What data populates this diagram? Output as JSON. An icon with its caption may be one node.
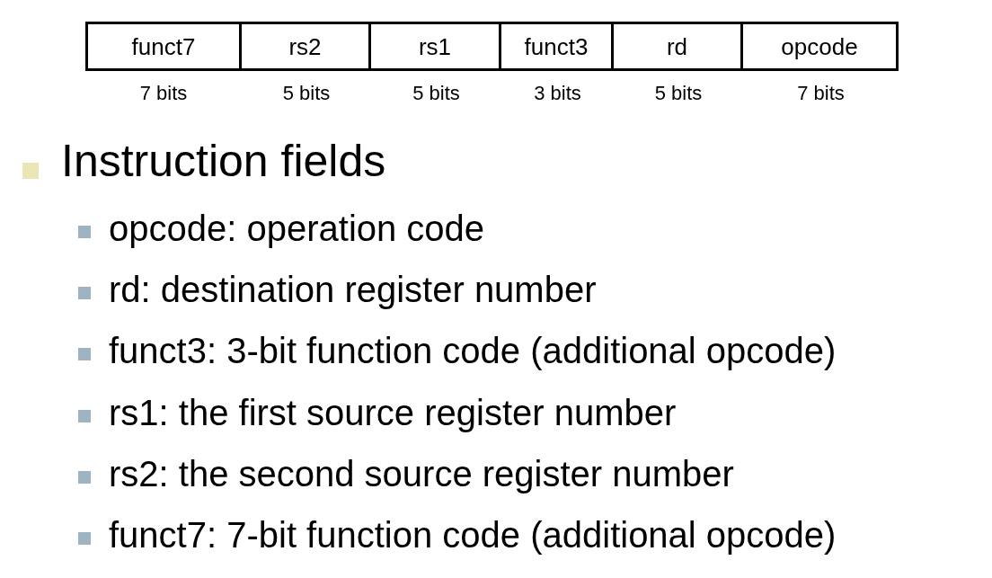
{
  "diagram": {
    "nodes": [
      {
        "text": [
          "funct7"
        ],
        "beside": [
          "7 bits"
        ]
      },
      {
        "text": [
          "rs2"
        ],
        "beside": [
          "5 bits"
        ]
      },
      {
        "text": [
          "rs1"
        ],
        "beside": [
          "5 bits"
        ]
      },
      {
        "text": [
          "funct3"
        ],
        "beside": [
          "3 bits"
        ]
      },
      {
        "text": [
          "rd"
        ],
        "beside": [
          "5 bits"
        ]
      },
      {
        "text": [
          "opcode"
        ],
        "beside": [
          "7 bits"
        ]
      }
    ],
    "labels": [
      "Instruction fields",
      "opcode: operation code",
      "rd: destination register number",
      "funct3: 3-bit function code (additional opcode)",
      "rs1: the first source register number",
      "rs2: the second source register number",
      "funct7: 7-bit function code (additional opcode)"
    ]
  }
}
